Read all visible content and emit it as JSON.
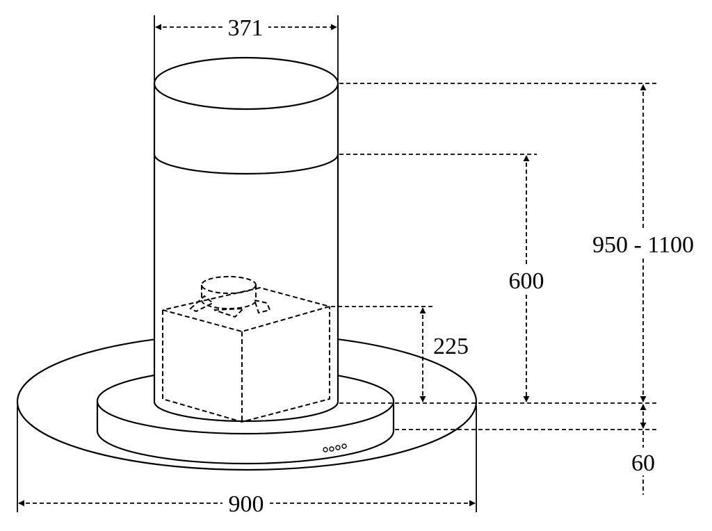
{
  "dimensions": {
    "chimney_diameter": "371",
    "total_height": "950 - 1100",
    "chimney_height": "600",
    "motor_height": "225",
    "canopy_thickness": "60",
    "canopy_diameter": "900"
  }
}
